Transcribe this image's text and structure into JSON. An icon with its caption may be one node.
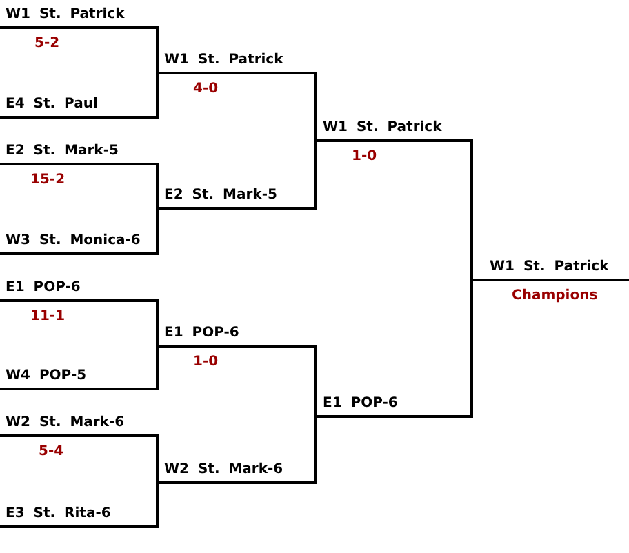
{
  "diagram": {
    "nodes": [
      {
        "text": [
          "W1 St. Patrick"
        ],
        "beside": [
          "5-2"
        ]
      },
      {
        "text": [
          "E4 St. Paul"
        ]
      },
      {
        "text": [
          "E2 St. Mark-5"
        ],
        "beside": [
          "15-2"
        ]
      },
      {
        "text": [
          "W3 St. Monica-6"
        ]
      },
      {
        "text": [
          "E1 POP-6"
        ],
        "beside": [
          "11-1"
        ]
      },
      {
        "text": [
          "W4 POP-5"
        ]
      },
      {
        "text": [
          "W2 St. Mark-6"
        ],
        "beside": [
          "5-4"
        ]
      },
      {
        "text": [
          "E3 St. Rita-6"
        ]
      },
      {
        "text": [
          "W1 St. Patrick"
        ],
        "beside": [
          "4-0"
        ]
      },
      {
        "text": [
          "E2 St. Mark-5"
        ]
      },
      {
        "text": [
          "E1 POP-6"
        ],
        "beside": [
          "1-0"
        ]
      },
      {
        "text": [
          "W2 St. Mark-6"
        ]
      },
      {
        "text": [
          "W1 St. Patrick"
        ],
        "beside": [
          "1-0"
        ]
      },
      {
        "text": [
          "E1 POP-6"
        ]
      },
      {
        "text": [
          "W1 St. Patrick"
        ],
        "beside": [
          "Champions"
        ]
      }
    ],
    "edges": [
      {
        "from": 0,
        "to": 8,
        "arrow": "none"
      },
      {
        "from": 1,
        "to": 8,
        "arrow": "none"
      },
      {
        "from": 2,
        "to": 9,
        "arrow": "none"
      },
      {
        "from": 3,
        "to": 9,
        "arrow": "none"
      },
      {
        "from": 4,
        "to": 10,
        "arrow": "none"
      },
      {
        "from": 5,
        "to": 10,
        "arrow": "none"
      },
      {
        "from": 6,
        "to": 11,
        "arrow": "none"
      },
      {
        "from": 7,
        "to": 11,
        "arrow": "none"
      },
      {
        "from": 8,
        "to": 12,
        "arrow": "none"
      },
      {
        "from": 9,
        "to": 12,
        "arrow": "none"
      },
      {
        "from": 10,
        "to": 13,
        "arrow": "none"
      },
      {
        "from": 11,
        "to": 13,
        "arrow": "none"
      },
      {
        "from": 12,
        "to": 14,
        "arrow": "none"
      },
      {
        "from": 13,
        "to": 14,
        "arrow": "none"
      }
    ]
  }
}
